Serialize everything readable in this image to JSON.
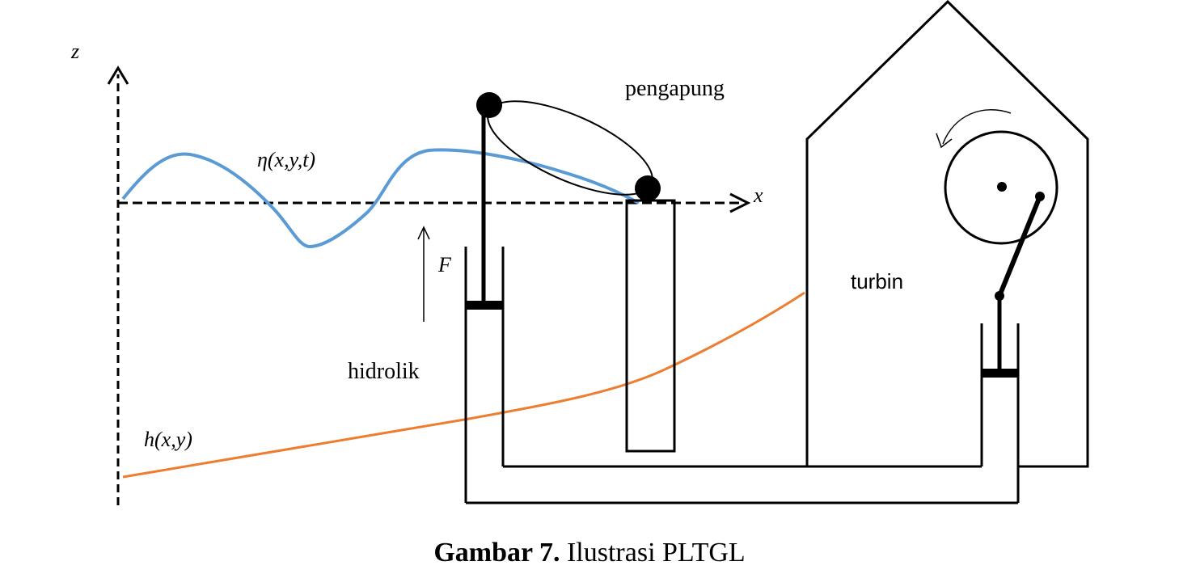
{
  "labels": {
    "z_axis": "z",
    "x_axis": "x",
    "surface": "η(x,y,t)",
    "bottom": "h(x,y)",
    "force": "F",
    "float": "pengapung",
    "hydraulic": "hidrolik",
    "turbine": "turbin"
  },
  "caption": {
    "prefix": "Gambar 7.",
    "text": " Ilustrasi PLTGL"
  },
  "colors": {
    "wave": "#5b9bd5",
    "seabed": "#ed7d31",
    "ink": "#000000"
  }
}
